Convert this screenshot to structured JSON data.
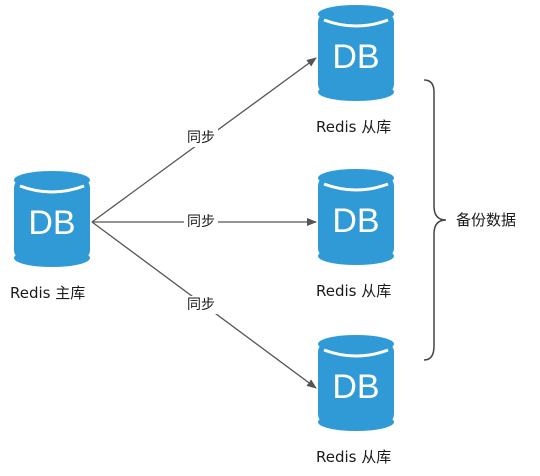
{
  "colors": {
    "cylinder": "#2f9ad6",
    "cylinder_stripe": "#ffffff",
    "arrow": "#555555",
    "brace": "#444444"
  },
  "master": {
    "db_text": "DB",
    "label": "Redis 主库"
  },
  "slaves": [
    {
      "db_text": "DB",
      "label": "Redis 从库"
    },
    {
      "db_text": "DB",
      "label": "Redis 从库"
    },
    {
      "db_text": "DB",
      "label": "Redis 从库"
    }
  ],
  "sync_labels": [
    "同步",
    "同步",
    "同步"
  ],
  "brace_label": "备份数据"
}
